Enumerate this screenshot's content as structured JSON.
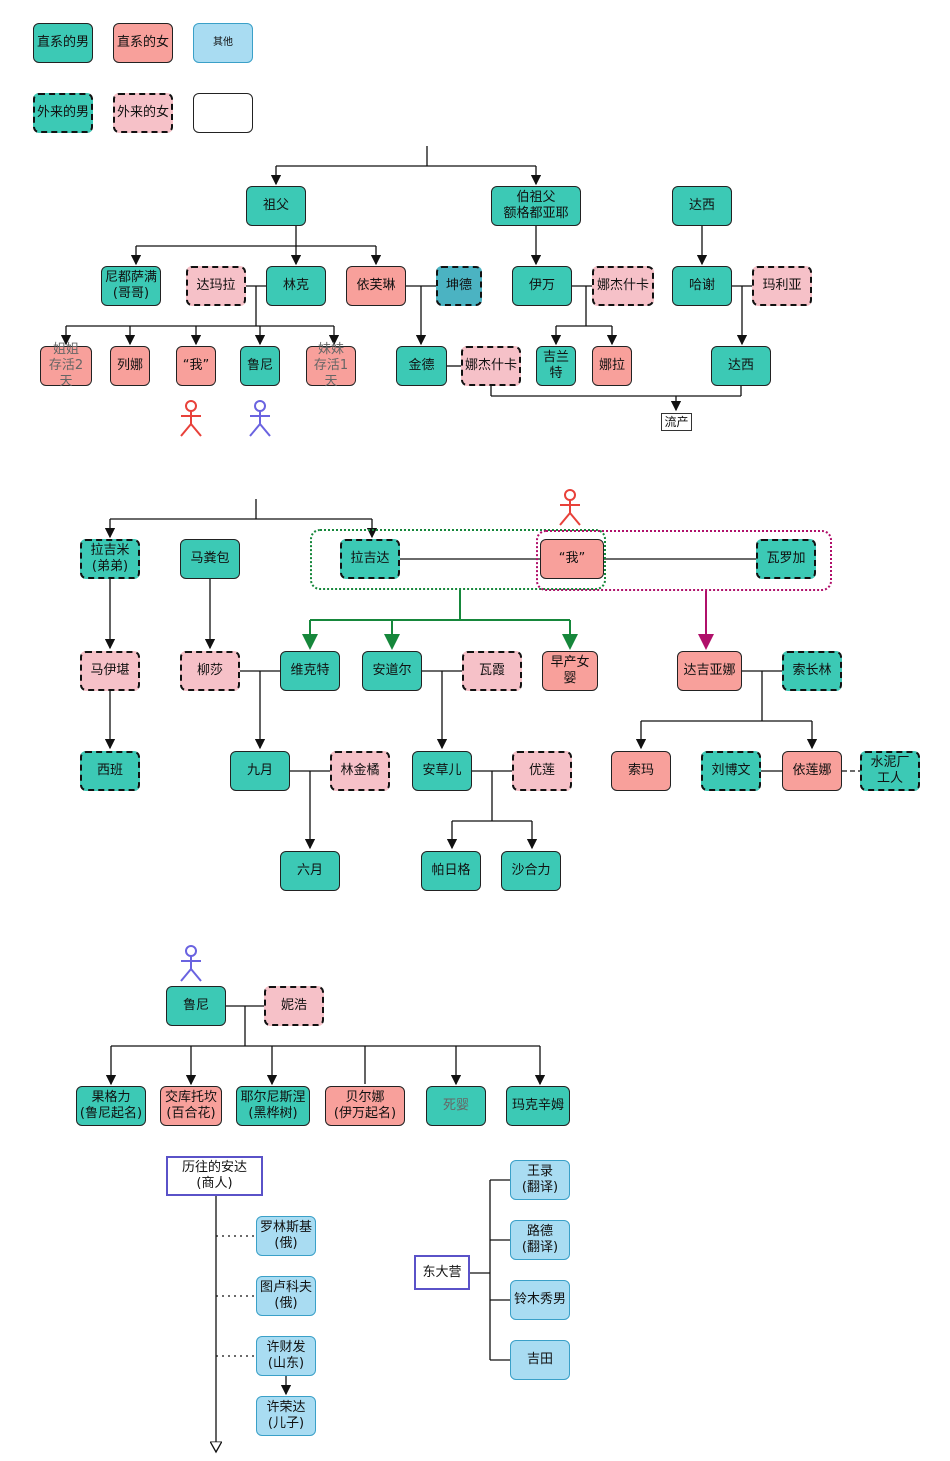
{
  "legend": {
    "direct_male": "直系的男",
    "direct_female": "直系的女",
    "other": "其他",
    "outside_male": "外来的男",
    "outside_female": "外来的女",
    "blank": ""
  },
  "tree1": {
    "grandfather": "祖父",
    "granduncle": "伯祖父\n额格都亚耶",
    "daxi_top": "达西",
    "nidu": "尼都萨满\n(哥哥)",
    "damala": "达玛拉",
    "linke": "林克",
    "yifulin": "依芙琳",
    "kunde": "坤德",
    "yiwan": "伊万",
    "najieshika1": "娜杰什卡",
    "haxie": "哈谢",
    "maliya": "玛利亚",
    "jiejie": "姐姐\n存活2天",
    "liena": "列娜",
    "wo": "“我”",
    "luni": "鲁尼",
    "meimei": "妹妹\n存活1天",
    "jinde": "金德",
    "najieshika2": "娜杰什卡",
    "jilante": "吉兰\n特",
    "nala": "娜拉",
    "daxi_child": "达西",
    "liuchan": "流产"
  },
  "tree2": {
    "lajimi": "拉吉米\n(弟弟)",
    "mafenbao": "马粪包",
    "lajida": "拉吉达",
    "wo": "“我”",
    "waluojia": "瓦罗加",
    "mayikan": "马伊堪",
    "liusha": "柳莎",
    "weikete": "维克特",
    "andaoer": "安道尔",
    "waxia": "瓦霞",
    "zaochan": "早产女\n婴",
    "dajiyana": "达吉亚娜",
    "suochanglin": "索长林",
    "xiban": "西班",
    "jiuyue": "九月",
    "linjinju": "林金橘",
    "ancaoer": "安草儿",
    "youlian": "优莲",
    "suoma": "索玛",
    "liubowen": "刘博文",
    "yilianna": "依莲娜",
    "shuini": "水泥厂\n工人",
    "liuyue": "六月",
    "pariige": "帕日格",
    "shaheli": "沙合力"
  },
  "tree3": {
    "luni": "鲁尼",
    "nihao": "妮浩",
    "guogeli": "果格力\n(鲁尼起名)",
    "jiaoku": "交库托坎\n(百合花)",
    "yeerni": "耶尔尼斯涅\n(黑桦树)",
    "beierna": "贝尔娜\n(伊万起名)",
    "siying": "死婴",
    "make": "玛克辛姆"
  },
  "anda": {
    "title": "历往的安达\n(商人)",
    "items": [
      "罗林斯基\n(俄)",
      "图卢科夫\n(俄)",
      "许财发\n(山东)",
      "许荣达\n(儿子)"
    ]
  },
  "dongdaying": {
    "title": "东大营",
    "items": [
      "王录\n(翻译)",
      "路德\n(翻译)",
      "铃木秀男",
      "吉田"
    ]
  },
  "colors": {
    "direct_male": "#3cc9b5",
    "direct_female": "#f8a09b",
    "other": "#a9dcf2",
    "outside_female": "#f6c1c8",
    "red_figure": "#e8413a",
    "blue_figure": "#6a63e0",
    "group_green": "#16873b",
    "group_magenta": "#b0106a"
  }
}
